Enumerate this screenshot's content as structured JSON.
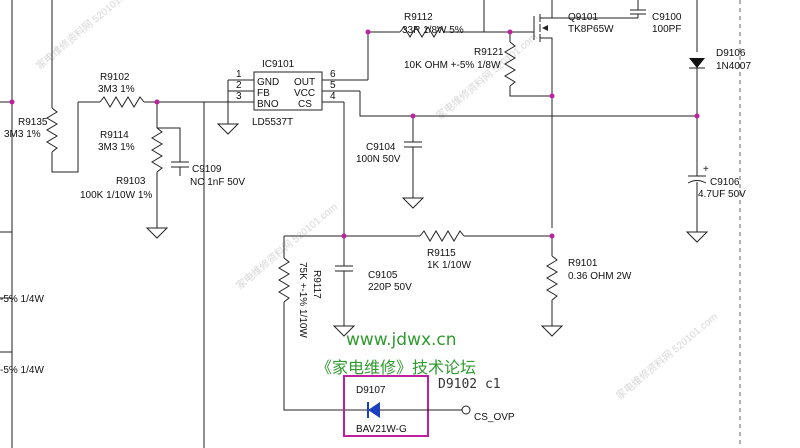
{
  "ic": {
    "ref": "IC9101",
    "part": "LD5537T",
    "pins_left": [
      "GND",
      "FB",
      "BNO"
    ],
    "pins_right": [
      "OUT",
      "VCC",
      "CS"
    ],
    "pin_num_left": [
      "1",
      "2",
      "3"
    ],
    "pin_num_right": [
      "6",
      "5",
      "4"
    ]
  },
  "components": {
    "r9112": {
      "ref": "R9112",
      "val": "33R 1/8W 5%"
    },
    "q9101": {
      "ref": "Q9101",
      "val": "TK8P65W"
    },
    "c9100": {
      "ref": "C9100",
      "val": "100PF"
    },
    "r9121": {
      "ref": "R9121",
      "val": "10K OHM +-5% 1/8W"
    },
    "d9106": {
      "ref": "D9106",
      "val": "1N4007"
    },
    "r9102": {
      "ref": "R9102",
      "val": "3M3 1%"
    },
    "r9135": {
      "ref": "R9135",
      "val": "3M3 1%"
    },
    "r9114": {
      "ref": "R9114",
      "val": "3M3 1%"
    },
    "r9103": {
      "ref": "R9103",
      "val": "100K 1/10W 1%"
    },
    "c9109": {
      "ref": "C9109",
      "val": "NC 1nF 50V"
    },
    "c9104": {
      "ref": "C9104",
      "val": "100N 50V"
    },
    "c9106": {
      "ref": "C9106",
      "val": "4.7UF 50V",
      "polarity": "+"
    },
    "r9115": {
      "ref": "R9115",
      "val": "1K 1/10W"
    },
    "r9101": {
      "ref": "R9101",
      "val": "0.36 OHM 2W"
    },
    "r9117": {
      "ref": "R9117",
      "val": "75K +-1% 1/10W"
    },
    "c9105": {
      "ref": "C9105",
      "val": "220P 50V"
    },
    "d9107": {
      "ref": "D9107",
      "val": "BAV21W-G"
    }
  },
  "left_labels": [
    "-5% 1/4W",
    "-5% 1/4W"
  ],
  "net": "CS_OVP",
  "handwritten": "D9102 c1",
  "watermark": {
    "url": "www.jdwx.cn",
    "forum": "《家电维修》技术论坛",
    "repeat": "家电维修资料网 520101.com"
  },
  "colors": {
    "wire": "#222222",
    "watermark": "#2e9b2e",
    "highlight": "#c020a0",
    "faint": "#bbbbbb"
  }
}
